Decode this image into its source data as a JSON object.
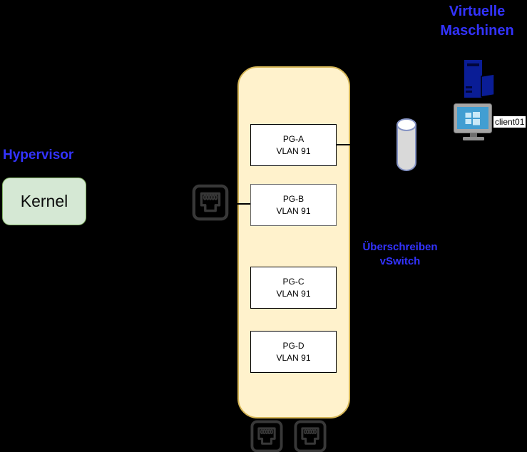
{
  "diagram": {
    "vm_group_title": "Virtuelle Maschinen",
    "hypervisor_title": "Hypervisor",
    "kernel_label": "Kernel",
    "vm_name": "client01",
    "vswitch_label": "Überschreiben vSwitch",
    "port_groups": [
      {
        "name": "PG-A",
        "vlan": "VLAN 91"
      },
      {
        "name": "PG-B",
        "vlan": "VLAN 91"
      },
      {
        "name": "PG-C",
        "vlan": "VLAN 91"
      },
      {
        "name": "PG-D",
        "vlan": "VLAN 91"
      }
    ],
    "icons": {
      "workstation": "workstation-tower-icon",
      "vm_monitor": "windows-monitor-icon",
      "uplink": "cylinder-icon",
      "nic_ports": "ethernet-port-icon"
    },
    "colors": {
      "background": "#000000",
      "label_blue": "#3333FF",
      "vswitch_fill": "#FFF2CC",
      "vswitch_border": "#D6B656",
      "kernel_fill": "#D5E8D4",
      "kernel_border": "#82B366",
      "port_group_fill": "#FFFFFF",
      "tower_blue": "#0A1D96",
      "screen_blue": "#419ED2",
      "cylinder_stroke": "#8593C4",
      "ethernet_gray": "#383838"
    }
  }
}
